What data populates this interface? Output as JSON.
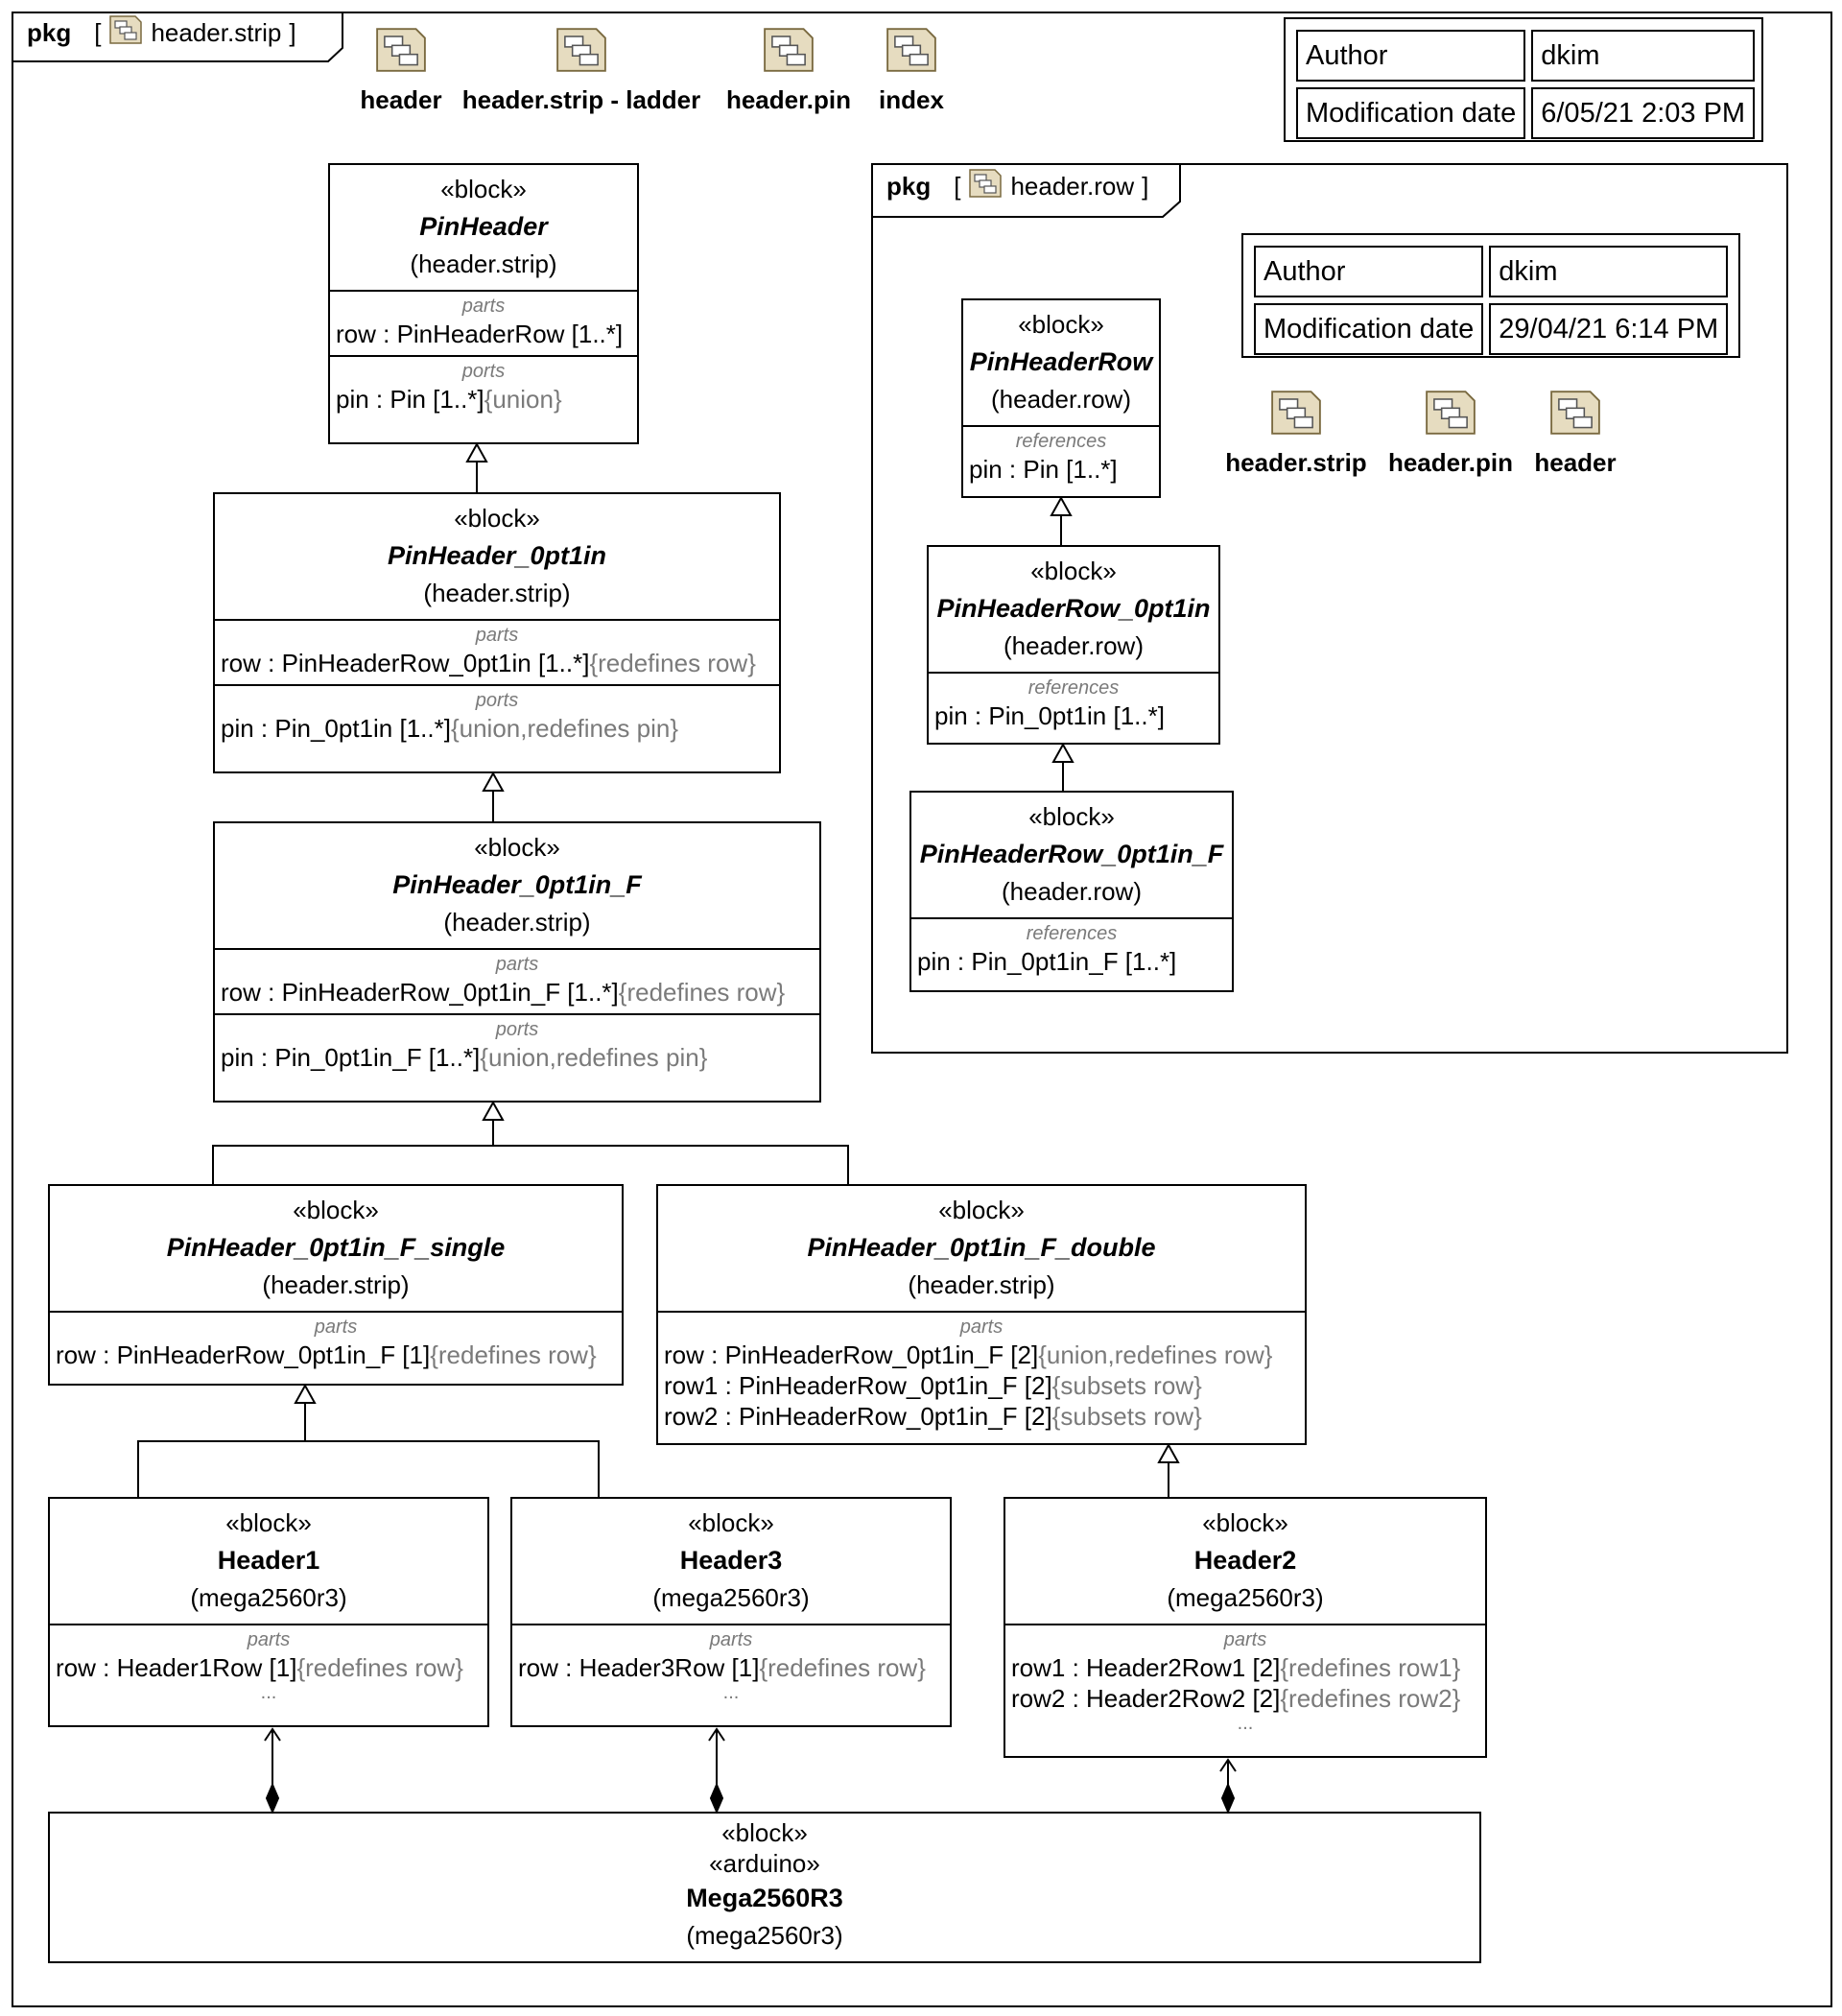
{
  "outer_package": {
    "keyword": "pkg",
    "name": "header.strip",
    "links": [
      "header",
      "header.strip - ladder",
      "header.pin",
      "index"
    ],
    "meta": {
      "author_label": "Author",
      "author": "dkim",
      "date_label": "Modification date",
      "date": "6/05/21 2:03 PM"
    }
  },
  "inner_package": {
    "keyword": "pkg",
    "name": "header.row",
    "links": [
      "header.strip",
      "header.pin",
      "header"
    ],
    "meta": {
      "author_label": "Author",
      "author": "dkim",
      "date_label": "Modification date",
      "date": "29/04/21 6:14 PM"
    }
  },
  "blocks": {
    "pinheader": {
      "stereotype": "«block»",
      "name": "PinHeader",
      "owner": "(header.strip)",
      "parts_title": "parts",
      "parts": [
        {
          "main": "row : PinHeaderRow [1..*]",
          "extra": ""
        }
      ],
      "ports_title": "ports",
      "ports": [
        {
          "main": "pin : Pin [1..*]",
          "extra": "{union}"
        }
      ]
    },
    "pinheader_0pt1in": {
      "stereotype": "«block»",
      "name": "PinHeader_0pt1in",
      "owner": "(header.strip)",
      "parts_title": "parts",
      "parts": [
        {
          "main": "row : PinHeaderRow_0pt1in [1..*]",
          "extra": "{redefines row}"
        }
      ],
      "ports_title": "ports",
      "ports": [
        {
          "main": "pin : Pin_0pt1in [1..*]",
          "extra": "{union,redefines pin}"
        }
      ]
    },
    "pinheader_0pt1in_f": {
      "stereotype": "«block»",
      "name": "PinHeader_0pt1in_F",
      "owner": "(header.strip)",
      "parts_title": "parts",
      "parts": [
        {
          "main": "row : PinHeaderRow_0pt1in_F [1..*]",
          "extra": "{redefines row}"
        }
      ],
      "ports_title": "ports",
      "ports": [
        {
          "main": "pin : Pin_0pt1in_F [1..*]",
          "extra": "{union,redefines pin}"
        }
      ]
    },
    "single": {
      "stereotype": "«block»",
      "name": "PinHeader_0pt1in_F_single",
      "owner": "(header.strip)",
      "parts_title": "parts",
      "parts": [
        {
          "main": "row : PinHeaderRow_0pt1in_F [1]",
          "extra": "{redefines row}"
        }
      ]
    },
    "double": {
      "stereotype": "«block»",
      "name": "PinHeader_0pt1in_F_double",
      "owner": "(header.strip)",
      "parts_title": "parts",
      "parts": [
        {
          "main": "row : PinHeaderRow_0pt1in_F [2]",
          "extra": "{union,redefines row}"
        },
        {
          "main": "row1 : PinHeaderRow_0pt1in_F [2]",
          "extra": "{subsets row}"
        },
        {
          "main": "row2 : PinHeaderRow_0pt1in_F [2]",
          "extra": "{subsets row}"
        }
      ]
    },
    "header1": {
      "stereotype": "«block»",
      "name": "Header1",
      "owner": "(mega2560r3)",
      "parts_title": "parts",
      "parts": [
        {
          "main": "row : Header1Row [1]",
          "extra": "{redefines row}"
        }
      ],
      "ellipsis": "..."
    },
    "header3": {
      "stereotype": "«block»",
      "name": "Header3",
      "owner": "(mega2560r3)",
      "parts_title": "parts",
      "parts": [
        {
          "main": "row : Header3Row [1]",
          "extra": "{redefines row}"
        }
      ],
      "ellipsis": "..."
    },
    "header2": {
      "stereotype": "«block»",
      "name": "Header2",
      "owner": "(mega2560r3)",
      "parts_title": "parts",
      "parts": [
        {
          "main": "row1 : Header2Row1 [2]",
          "extra": "{redefines row1}"
        },
        {
          "main": "row2 : Header2Row2 [2]",
          "extra": "{redefines row2}"
        }
      ],
      "ellipsis": "..."
    },
    "mega": {
      "stereotype": "«block»",
      "stereotype2": "«arduino»",
      "name": "Mega2560R3",
      "owner": "(mega2560r3)"
    },
    "pinheaderrow": {
      "stereotype": "«block»",
      "name": "PinHeaderRow",
      "owner": "(header.row)",
      "refs_title": "references",
      "refs": [
        {
          "main": "pin : Pin [1..*]",
          "extra": ""
        }
      ]
    },
    "pinheaderrow_0pt1in": {
      "stereotype": "«block»",
      "name": "PinHeaderRow_0pt1in",
      "owner": "(header.row)",
      "refs_title": "references",
      "refs": [
        {
          "main": "pin : Pin_0pt1in [1..*]",
          "extra": ""
        }
      ]
    },
    "pinheaderrow_0pt1in_f": {
      "stereotype": "«block»",
      "name": "PinHeaderRow_0pt1in_F",
      "owner": "(header.row)",
      "refs_title": "references",
      "refs": [
        {
          "main": "pin : Pin_0pt1in_F [1..*]",
          "extra": ""
        }
      ]
    }
  }
}
